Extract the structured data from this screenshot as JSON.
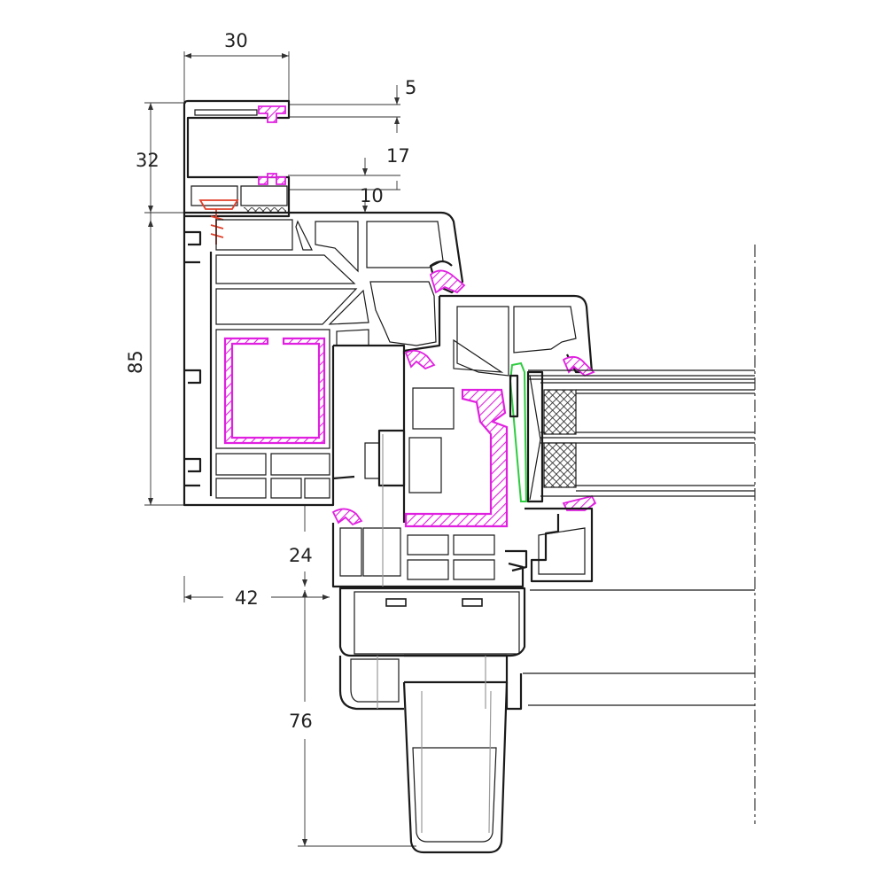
{
  "dimensions": {
    "top_width": "30",
    "top_gap_small": "5",
    "top_height": "32",
    "mid_gap": "17",
    "clip_gap": "10",
    "frame_height": "85",
    "sash_offset": "24",
    "bottom_width": "42",
    "handle_height": "76"
  },
  "colors": {
    "outline": "#1a1a1a",
    "gasket": "#e020e0",
    "glazing_bead_seal": "#2ecc40",
    "screw": "#e0402a"
  }
}
